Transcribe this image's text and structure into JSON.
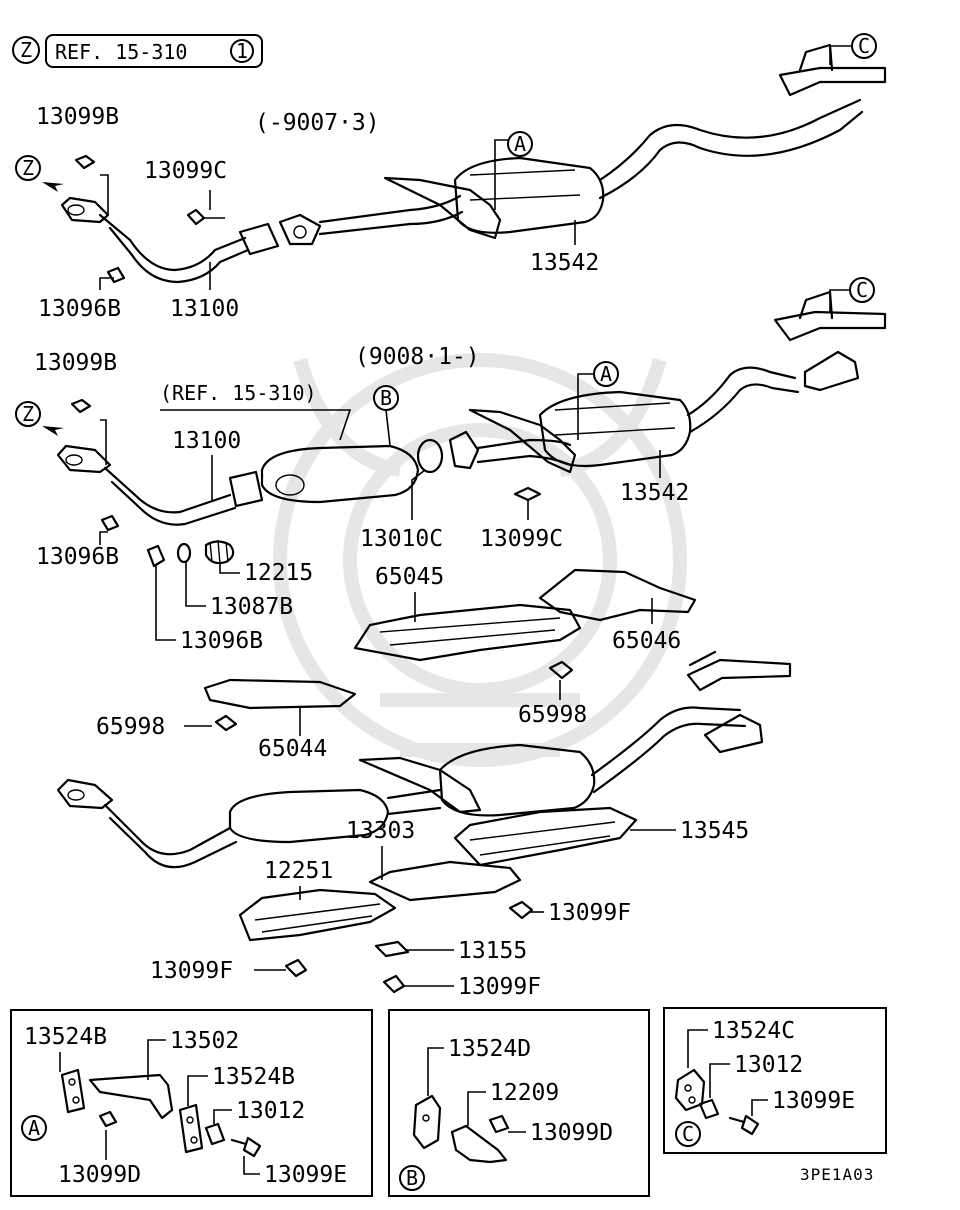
{
  "header": {
    "circle_letter": "Z",
    "ref_text": "REF. 15-310",
    "ref_num": "1"
  },
  "variant_labels": {
    "upper": "(-9007·3)",
    "middle": "(9008·1-)",
    "ref_middle": "(REF. 15-310)"
  },
  "callouts": {
    "A": "A",
    "B": "B",
    "C": "C",
    "Z": "Z"
  },
  "parts": {
    "p13099B_1": "13099B",
    "p13099C_1": "13099C",
    "p13096B_1": "13096B",
    "p13100_1": "13100",
    "p13542_1": "13542",
    "p13099B_2": "13099B",
    "p13100_2": "13100",
    "p13096B_2": "13096B",
    "p13010C": "13010C",
    "p13099C_2": "13099C",
    "p13542_2": "13542",
    "p12215": "12215",
    "p13087B": "13087B",
    "p13096B_3": "13096B",
    "p65045": "65045",
    "p65046": "65046",
    "p65998_1": "65998",
    "p65998_2": "65998",
    "p65044": "65044",
    "p13303": "13303",
    "p13545": "13545",
    "p12251": "12251",
    "p13099F_1": "13099F",
    "p13155": "13155",
    "p13099F_2": "13099F",
    "p13099F_3": "13099F"
  },
  "box_a": {
    "p13524B_1": "13524B",
    "p13502": "13502",
    "p13524B_2": "13524B",
    "p13012": "13012",
    "p13099D": "13099D",
    "p13099E": "13099E"
  },
  "box_b": {
    "p13524D": "13524D",
    "p12209": "12209",
    "p13099D": "13099D"
  },
  "box_c": {
    "p13524C": "13524C",
    "p13012": "13012",
    "p13099E": "13099E"
  },
  "footer": {
    "diagram_code": "3PE1A03"
  }
}
